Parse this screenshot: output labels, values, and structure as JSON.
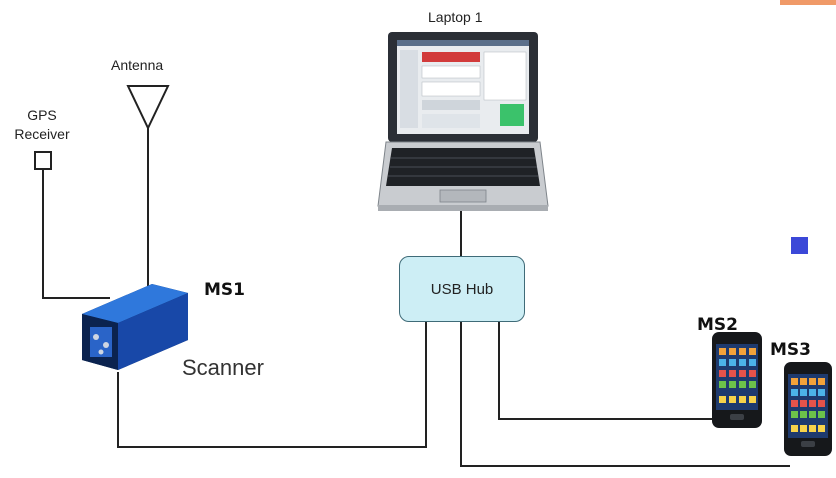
{
  "labels": {
    "laptop": "Laptop 1",
    "antenna": "Antenna",
    "gps_line1": "GPS",
    "gps_line2": "Receiver",
    "ms1": "MS1",
    "scanner": "Scanner",
    "usb_hub": "USB Hub",
    "ms2": "MS2",
    "ms3": "MS3"
  },
  "colors": {
    "hub_fill": "#cdeef5",
    "scanner_body": "#1d5fc4",
    "accent_square": "#3b48d8",
    "accent_bar": "#f09a68",
    "wire": "#222222"
  },
  "icons": [
    "antenna-icon",
    "gps-receiver-icon",
    "laptop-icon",
    "scanner-device-icon",
    "smartphone-icon"
  ]
}
